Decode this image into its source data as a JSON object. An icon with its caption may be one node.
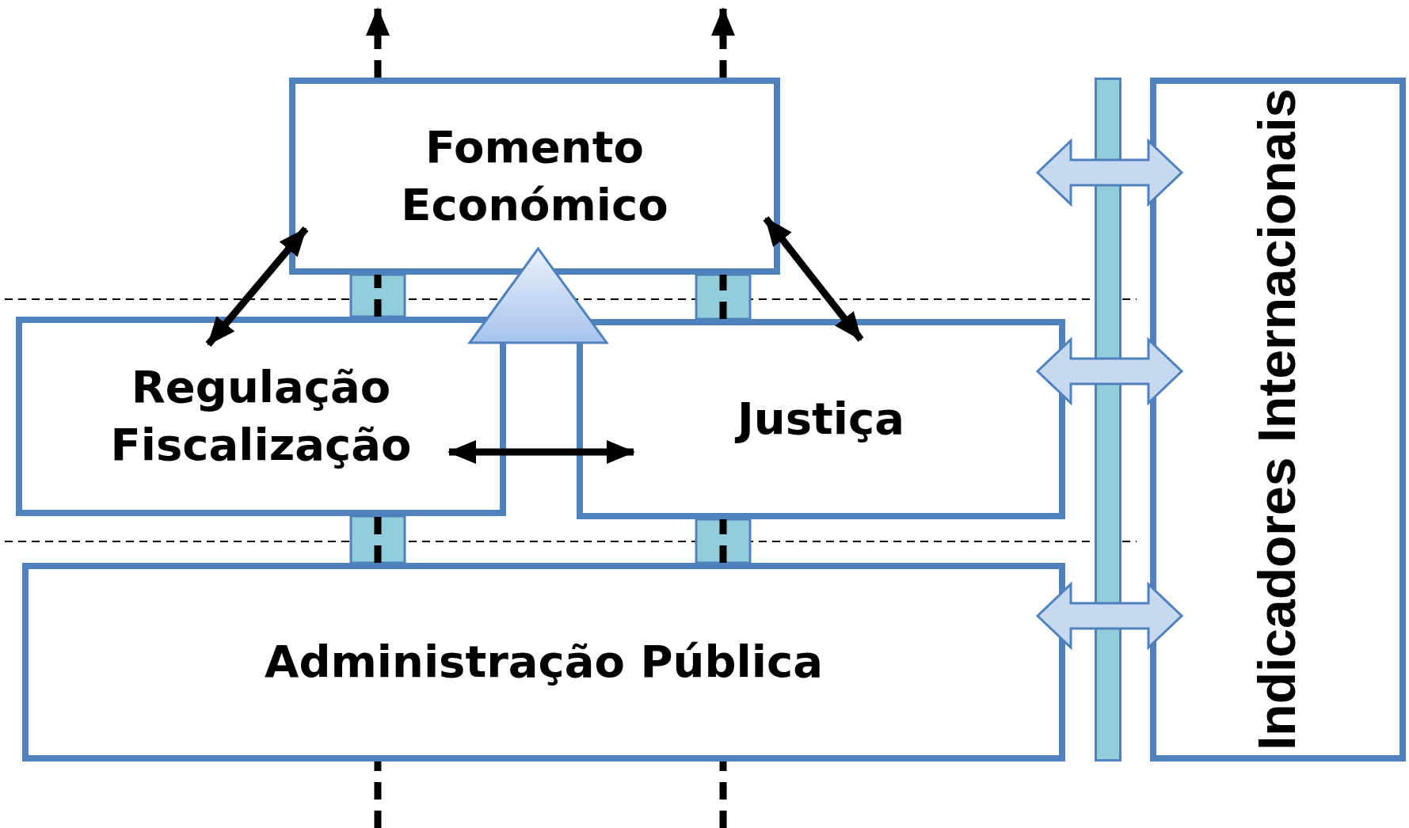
{
  "diagram": {
    "nodes": [
      {
        "text": [
          "Fomento Económico"
        ]
      },
      {
        "text": [
          "Regulação Fiscalização"
        ]
      },
      {
        "text": [
          "Justiça"
        ]
      },
      {
        "text": [
          "Administração Pública"
        ]
      },
      {
        "text": [
          "Indicadores Internacionais"
        ]
      },
      {
        "text": [],
        "shape": "bar"
      },
      {
        "text": [],
        "shape": "triangle"
      }
    ],
    "edges": [
      {
        "from": 0,
        "to": 1,
        "arrow": "both"
      },
      {
        "from": 0,
        "to": 2,
        "arrow": "both"
      },
      {
        "from": 1,
        "to": 2,
        "arrow": "both"
      },
      {
        "from": null,
        "to": 3,
        "arrow": "none",
        "style": "dashed"
      },
      {
        "from": 3,
        "to": 1,
        "arrow": "none",
        "style": "dashed"
      },
      {
        "from": 1,
        "to": 0,
        "arrow": "none",
        "style": "dashed"
      },
      {
        "from": 0,
        "to": null,
        "arrow": "to",
        "style": "dashed"
      },
      {
        "from": null,
        "to": 3,
        "arrow": "none",
        "style": "dashed"
      },
      {
        "from": 3,
        "to": 2,
        "arrow": "none",
        "style": "dashed"
      },
      {
        "from": 2,
        "to": 0,
        "arrow": "none",
        "style": "dashed"
      },
      {
        "from": 0,
        "to": null,
        "arrow": "to",
        "style": "dashed"
      },
      {
        "from": null,
        "to": 4,
        "arrow": "both",
        "style": "thick",
        "color": "#c6d9f1"
      },
      {
        "from": 2,
        "to": 4,
        "arrow": "both",
        "style": "thick",
        "color": "#c6d9f1"
      },
      {
        "from": 3,
        "to": 4,
        "arrow": "both",
        "style": "thick",
        "color": "#c6d9f1"
      }
    ]
  }
}
